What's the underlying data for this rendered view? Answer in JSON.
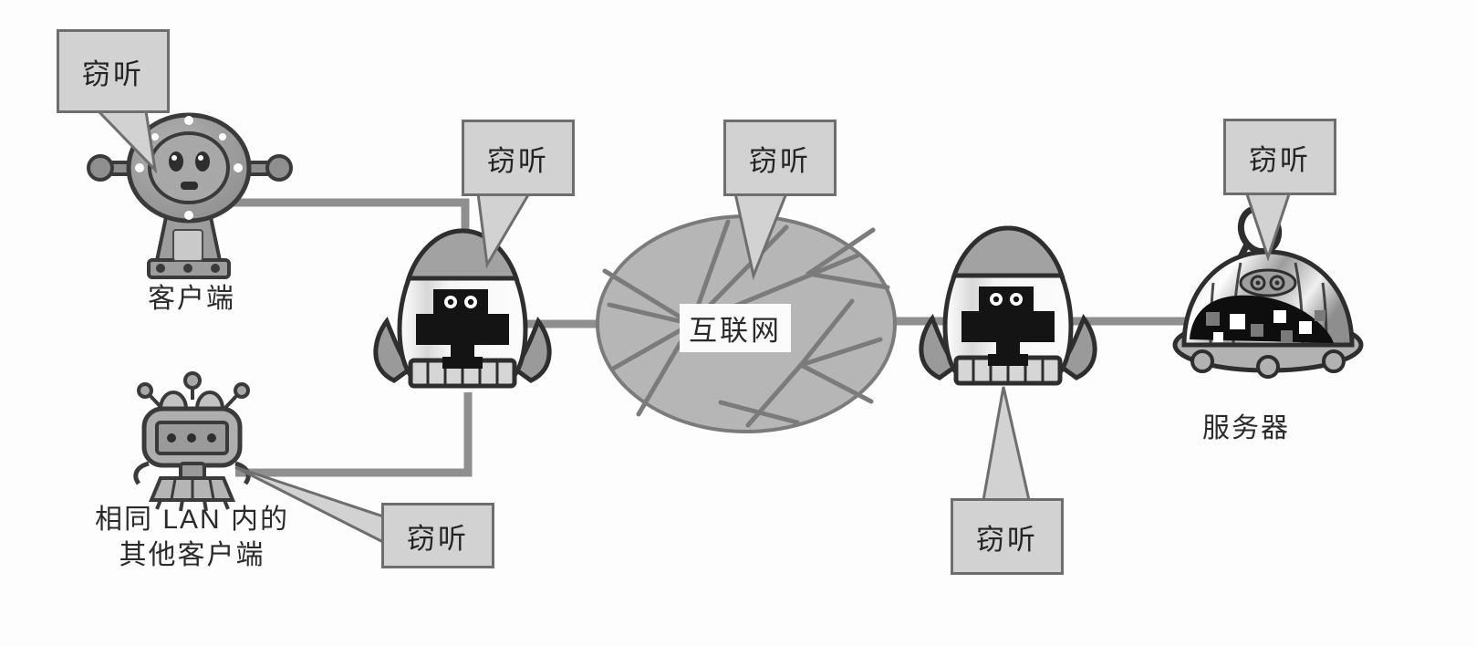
{
  "figure": {
    "background_color": "#fdfdfd",
    "line_color": "#8a8a8a",
    "callout_fill": "#d2d2d2",
    "callout_border": "#6e6e6e",
    "text_color": "#242424"
  },
  "nodes": {
    "client": {
      "label": "客户端",
      "icon": "client-robot-icon"
    },
    "lan_client": {
      "label_line1": "相同 LAN 内的",
      "label_line2": "其他客户端",
      "icon": "lan-robot-icon"
    },
    "router_left": {
      "label": "",
      "icon": "router-rocket-icon"
    },
    "router_right": {
      "label": "",
      "icon": "router-rocket-icon"
    },
    "internet": {
      "label": "互联网",
      "icon": "internet-cloud-icon"
    },
    "server": {
      "label": "服务器",
      "icon": "server-dome-icon"
    }
  },
  "callouts": [
    {
      "id": "callout-client",
      "text": "窃听"
    },
    {
      "id": "callout-router-left",
      "text": "窃听"
    },
    {
      "id": "callout-internet",
      "text": "窃听"
    },
    {
      "id": "callout-server",
      "text": "窃听"
    },
    {
      "id": "callout-router-right",
      "text": "窃听"
    },
    {
      "id": "callout-lan-client",
      "text": "窃听"
    }
  ]
}
